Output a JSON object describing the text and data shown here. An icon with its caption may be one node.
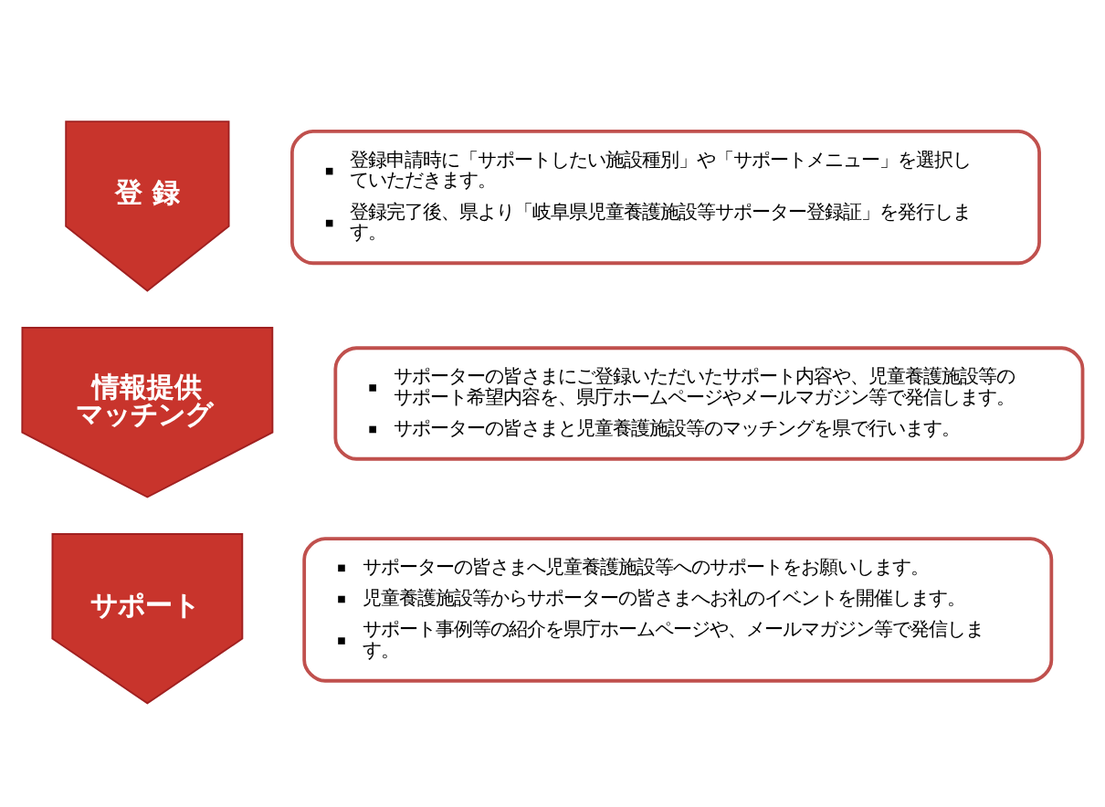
{
  "diagram": {
    "nodes": [
      {
        "text": [
          "登 録"
        ]
      },
      {
        "text": [
          "登録申請時に「サポートしたい施設種別」や「サポートメニュー」を選択していただきます。",
          "登録完了後、県より「岐阜県児童養護施設等サポーター登録証」を発行します。"
        ]
      },
      {
        "text": [
          "情報提供マッチング"
        ]
      },
      {
        "text": [
          "サポーターの皆さまにご登録いただいたサポート内容や、児童養護施設等のサポート希望内容を、県庁ホームページやメールマガジン等で発信します。",
          "サポーターの皆さまと児童養護施設等のマッチングを県で行います。"
        ]
      },
      {
        "text": [
          "サポート"
        ]
      },
      {
        "text": [
          "サポーターの皆さまへ児童養護施設等へのサポートをお願いします。",
          "児童養護施設等からサポーターの皆さまへお礼のイベントを開催します。",
          "サポート事例等の紹介を県庁ホームページや、メールマガジン等で発信します。"
        ]
      }
    ]
  }
}
